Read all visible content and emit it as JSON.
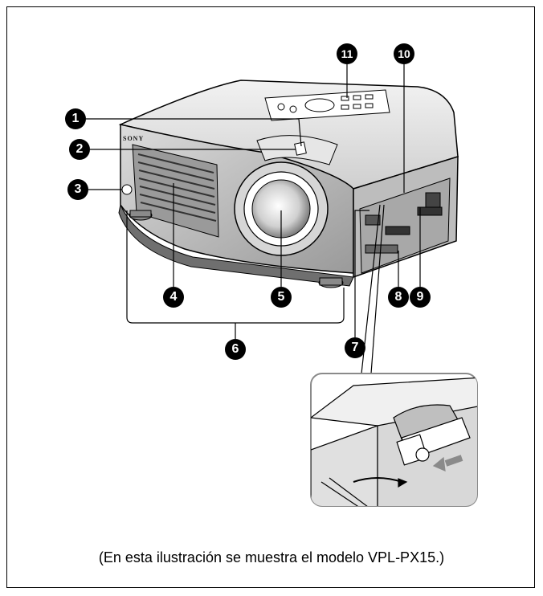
{
  "brand_text": "SONY",
  "callouts": [
    {
      "number": "1",
      "text": "1"
    },
    {
      "number": "2",
      "text": "2"
    },
    {
      "number": "3",
      "text": "3"
    },
    {
      "number": "4",
      "text": "4"
    },
    {
      "number": "5",
      "text": "5"
    },
    {
      "number": "6",
      "text": "6"
    },
    {
      "number": "7",
      "text": "7"
    },
    {
      "number": "8",
      "text": "8"
    },
    {
      "number": "9",
      "text": "9"
    },
    {
      "number": "10",
      "text": "10"
    },
    {
      "number": "11",
      "text": "11"
    }
  ],
  "caption": "(En esta ilustración se muestra el modelo VPL-PX15.)",
  "colors": {
    "line": "#000000",
    "body_light": "#e8e8e8",
    "body_mid": "#bdbdbd",
    "body_dark": "#6f6f6f",
    "inset_border": "#8a8a8a"
  }
}
